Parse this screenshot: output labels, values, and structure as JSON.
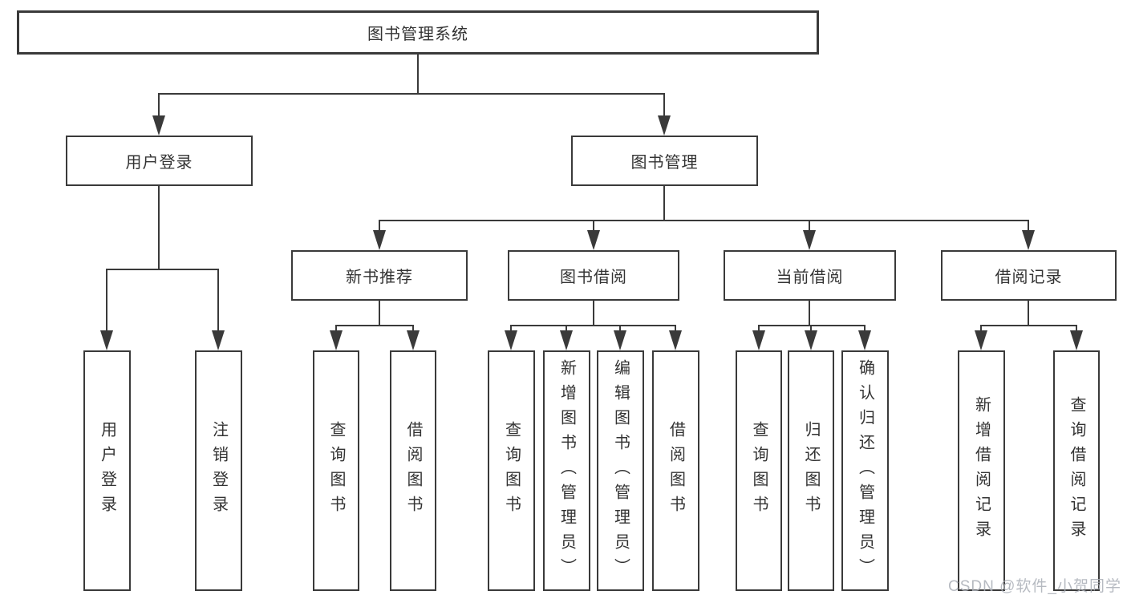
{
  "diagram": {
    "root": "图书管理系统",
    "children": [
      {
        "label": "用户登录",
        "children": [
          {
            "label": "用户登录"
          },
          {
            "label": "注销登录"
          }
        ]
      },
      {
        "label": "图书管理",
        "children": [
          {
            "label": "新书推荐",
            "children": [
              {
                "label": "查询图书"
              },
              {
                "label": "借阅图书"
              }
            ]
          },
          {
            "label": "图书借阅",
            "children": [
              {
                "label": "查询图书"
              },
              {
                "label": "新增图书（管理员）"
              },
              {
                "label": "编辑图书（管理员）"
              },
              {
                "label": "借阅图书"
              }
            ]
          },
          {
            "label": "当前借阅",
            "children": [
              {
                "label": "查询图书"
              },
              {
                "label": "归还图书"
              },
              {
                "label": "确认归还（管理员）"
              }
            ]
          },
          {
            "label": "借阅记录",
            "children": [
              {
                "label": "新增借阅记录"
              },
              {
                "label": "查询借阅记录"
              }
            ]
          }
        ]
      }
    ]
  },
  "watermark": {
    "text": "CSDN @软件_小贺同学"
  },
  "colors": {
    "line": "#3a3a3a",
    "text": "#333333",
    "box_background": "#ffffff",
    "watermark": "#aaafb7",
    "background": "#ffffff"
  }
}
